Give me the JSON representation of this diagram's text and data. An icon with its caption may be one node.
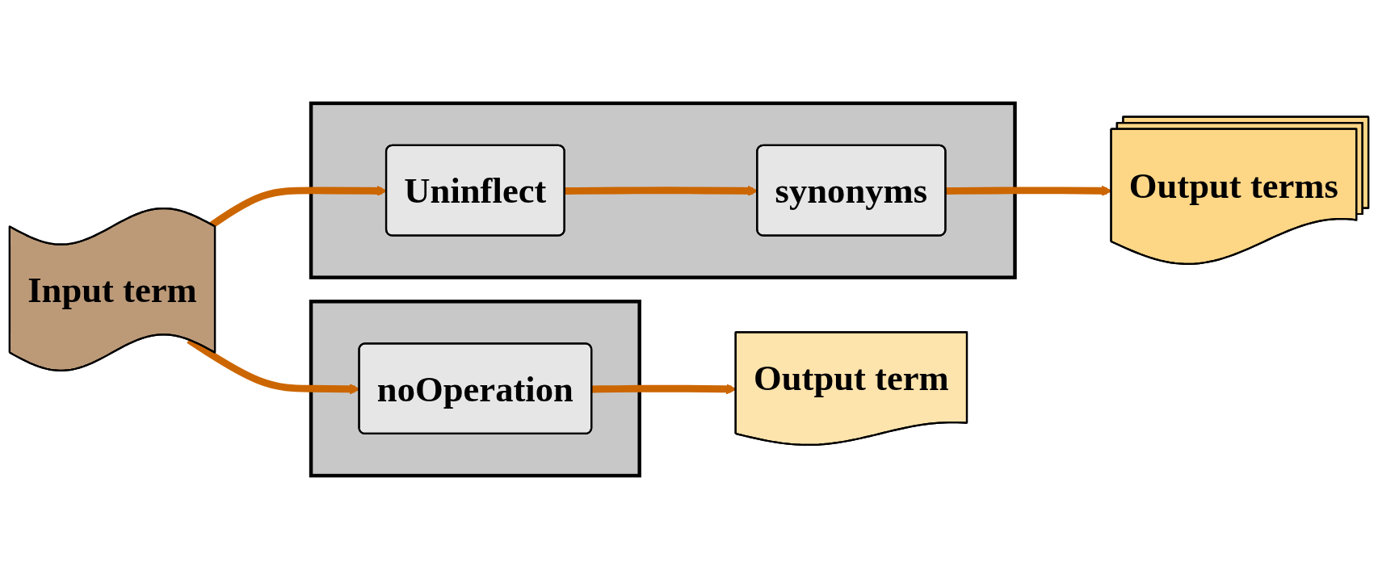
{
  "diagram": {
    "nodes": [
      {
        "text": [
          "Input term"
        ]
      },
      {
        "text": [],
        "shape": "box"
      },
      {
        "text": [
          "noOperation"
        ],
        "in": 1
      },
      {
        "text": [
          "Output term"
        ]
      },
      {
        "text": [],
        "shape": "box"
      },
      {
        "text": [
          "Uninflect"
        ],
        "in": 4
      },
      {
        "text": [
          "synonyms"
        ],
        "in": 4
      },
      {
        "text": [
          "Output terms"
        ]
      }
    ],
    "edges": [
      {
        "from": 0,
        "to": 2,
        "arrow": "to"
      },
      {
        "from": 2,
        "to": 3,
        "arrow": "to"
      },
      {
        "from": 0,
        "to": 5,
        "arrow": "to"
      },
      {
        "from": 5,
        "to": 6,
        "arrow": "to"
      },
      {
        "from": 6,
        "to": 7,
        "arrow": "to"
      }
    ]
  }
}
